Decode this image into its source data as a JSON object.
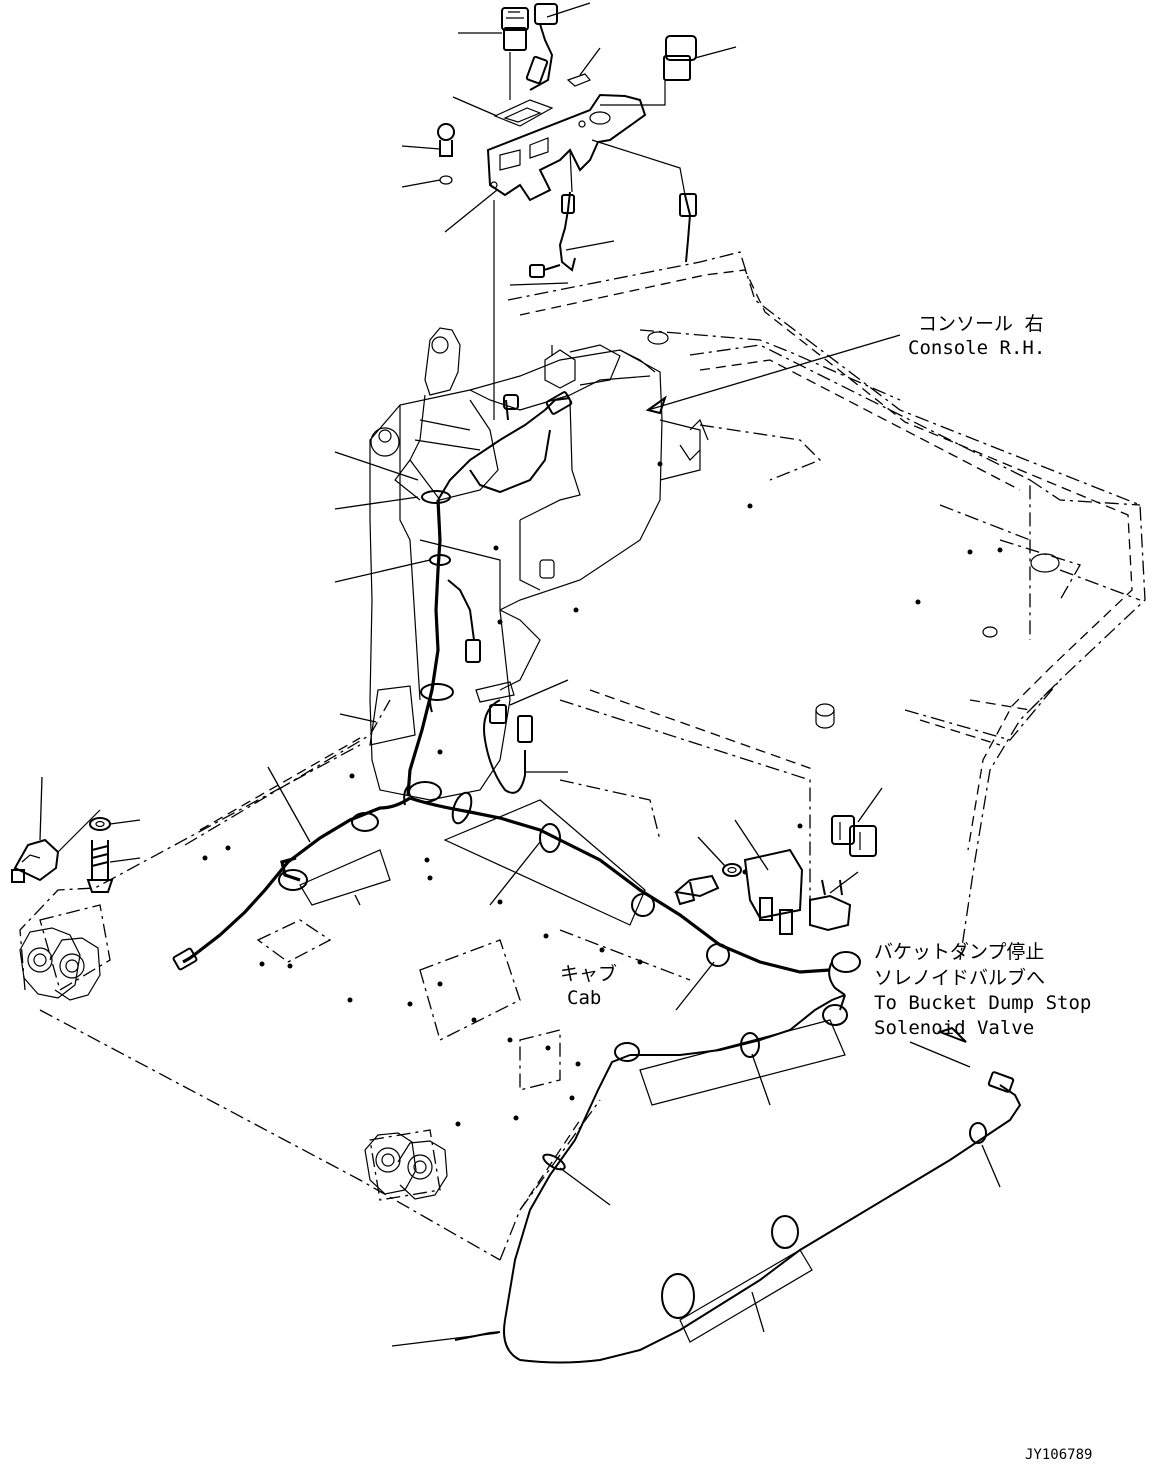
{
  "labels": {
    "console_jp": "コンソール 右",
    "console_en": "Console R.H.",
    "cab_jp": "キャブ",
    "cab_en": "Cab",
    "bucket_jp_1": "バケットダンプ停止",
    "bucket_jp_2": "ソレノイドバルブへ",
    "bucket_en_1": "To Bucket Dump Stop",
    "bucket_en_2": "Solenoid Valve"
  },
  "drawing_number": "JY106789"
}
